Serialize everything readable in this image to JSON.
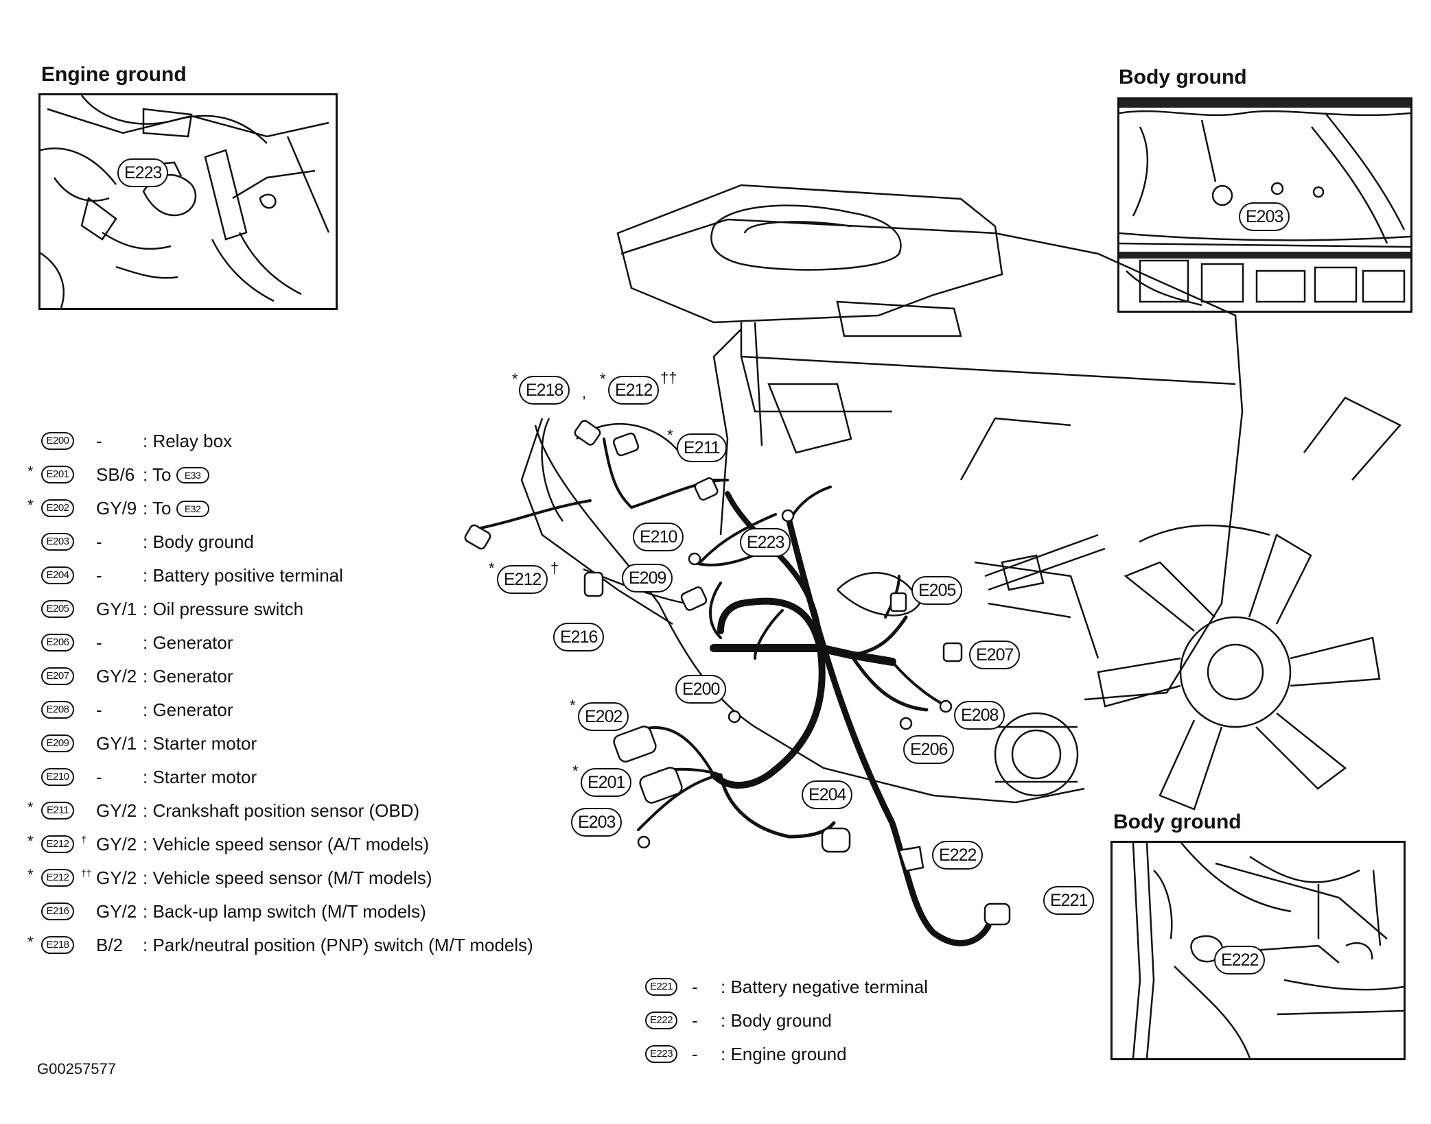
{
  "headings": {
    "engine_ground": "Engine ground",
    "body_ground_top": "Body ground",
    "body_ground_bottom": "Body ground"
  },
  "inset_labels": {
    "engine": "E223",
    "body_top": "E203",
    "body_bottom": "E222"
  },
  "legend_main": [
    {
      "star": "",
      "connector": "E200",
      "dagger": "",
      "code": "-",
      "desc": ": Relay box",
      "to": ""
    },
    {
      "star": "*",
      "connector": "E201",
      "dagger": "",
      "code": "SB/6",
      "desc": ": To",
      "to": "E33"
    },
    {
      "star": "*",
      "connector": "E202",
      "dagger": "",
      "code": "GY/9",
      "desc": ": To",
      "to": "E32"
    },
    {
      "star": "",
      "connector": "E203",
      "dagger": "",
      "code": "-",
      "desc": ": Body ground",
      "to": ""
    },
    {
      "star": "",
      "connector": "E204",
      "dagger": "",
      "code": "-",
      "desc": ": Battery positive terminal",
      "to": ""
    },
    {
      "star": "",
      "connector": "E205",
      "dagger": "",
      "code": "GY/1",
      "desc": ": Oil pressure switch",
      "to": ""
    },
    {
      "star": "",
      "connector": "E206",
      "dagger": "",
      "code": "-",
      "desc": ": Generator",
      "to": ""
    },
    {
      "star": "",
      "connector": "E207",
      "dagger": "",
      "code": "GY/2",
      "desc": ": Generator",
      "to": ""
    },
    {
      "star": "",
      "connector": "E208",
      "dagger": "",
      "code": "-",
      "desc": ": Generator",
      "to": ""
    },
    {
      "star": "",
      "connector": "E209",
      "dagger": "",
      "code": "GY/1",
      "desc": ": Starter motor",
      "to": ""
    },
    {
      "star": "",
      "connector": "E210",
      "dagger": "",
      "code": "-",
      "desc": ": Starter motor",
      "to": ""
    },
    {
      "star": "*",
      "connector": "E211",
      "dagger": "",
      "code": "GY/2",
      "desc": ": Crankshaft position sensor (OBD)",
      "to": ""
    },
    {
      "star": "*",
      "connector": "E212",
      "dagger": "†",
      "code": "GY/2",
      "desc": ": Vehicle speed sensor (A/T models)",
      "to": ""
    },
    {
      "star": "*",
      "connector": "E212",
      "dagger": "††",
      "code": "GY/2",
      "desc": ": Vehicle speed sensor (M/T models)",
      "to": ""
    },
    {
      "star": "",
      "connector": "E216",
      "dagger": "",
      "code": "GY/2",
      "desc": ": Back-up lamp switch (M/T models)",
      "to": ""
    },
    {
      "star": "*",
      "connector": "E218",
      "dagger": "",
      "code": "B/2",
      "desc": ": Park/neutral position (PNP) switch (M/T models)",
      "to": ""
    }
  ],
  "legend_ground": [
    {
      "connector": "E221",
      "code": "-",
      "desc": ": Battery negative terminal"
    },
    {
      "connector": "E222",
      "code": "-",
      "desc": ": Body ground"
    },
    {
      "connector": "E223",
      "code": "-",
      "desc": ": Engine ground"
    }
  ],
  "callouts": {
    "e218": "E218",
    "e212a": "E212",
    "e211": "E211",
    "e210": "E210",
    "e223": "E223",
    "e209": "E209",
    "e212b": "E212",
    "e216": "E216",
    "e205": "E205",
    "e207": "E207",
    "e200": "E200",
    "e208": "E208",
    "e202": "E202",
    "e206": "E206",
    "e201": "E201",
    "e204": "E204",
    "e203": "E203",
    "e222": "E222",
    "e221": "E221"
  },
  "callout_marks": {
    "star": "*",
    "comma": ",",
    "dagger": "†",
    "double_dagger": "††"
  },
  "figure_id": "G00257577"
}
